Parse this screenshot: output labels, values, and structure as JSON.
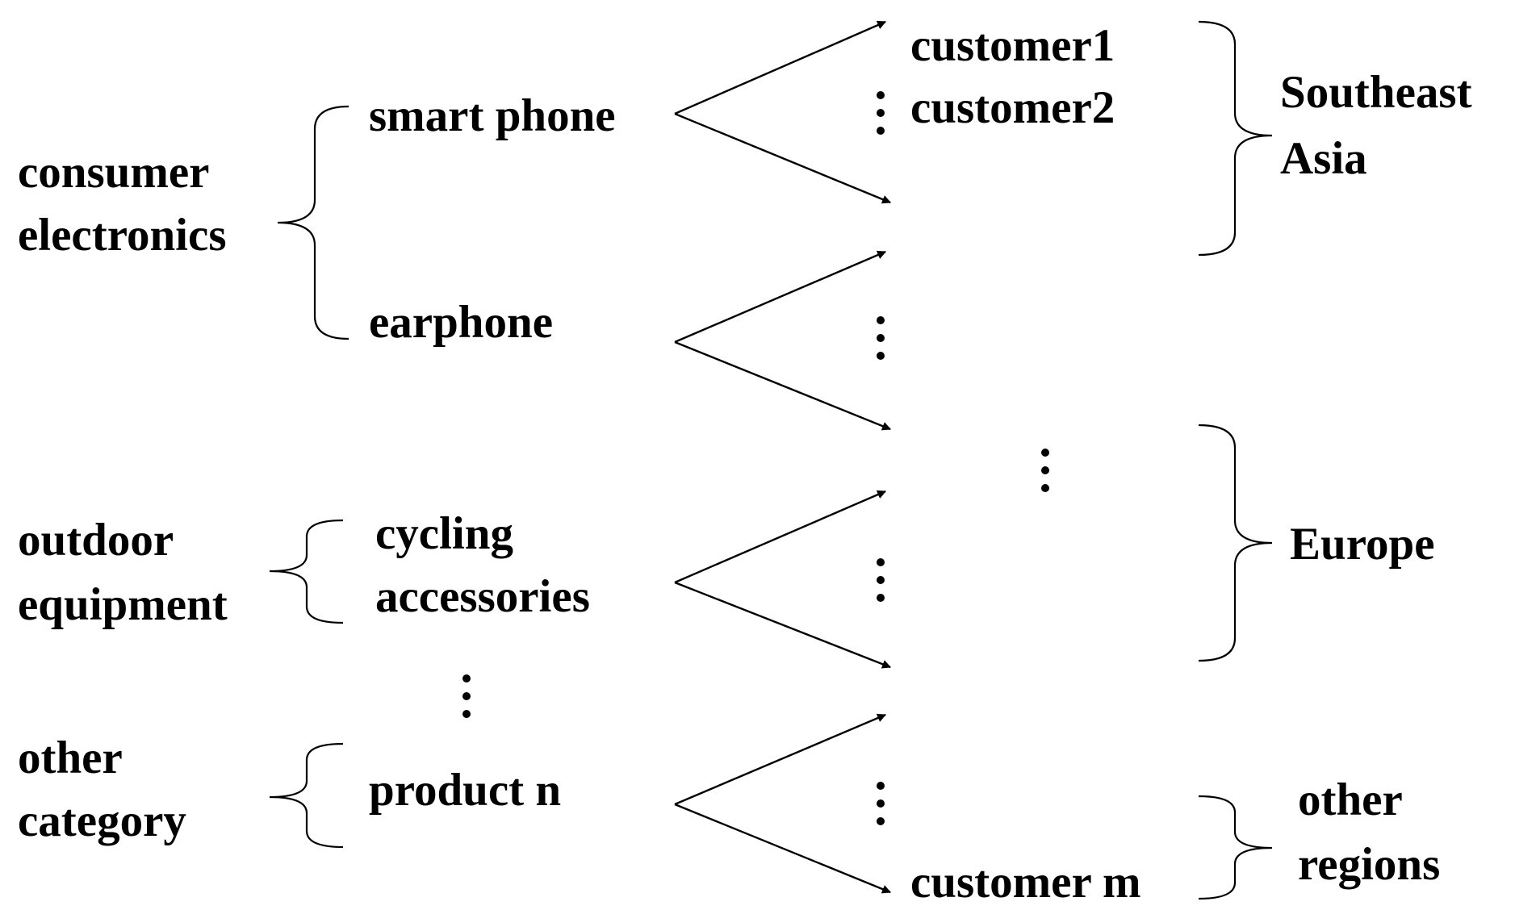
{
  "categories": {
    "consumer_electronics": [
      "consumer",
      "electronics"
    ],
    "outdoor_equipment": [
      "outdoor",
      "equipment"
    ],
    "other_category": [
      "other",
      "category"
    ]
  },
  "products": {
    "smart_phone": "smart phone",
    "earphone": "earphone",
    "cycling_accessories": [
      "cycling",
      "accessories"
    ],
    "product_n": "product n"
  },
  "customers": {
    "customer1": "customer1",
    "customer2": "customer2",
    "customer_m": "customer m"
  },
  "regions": {
    "southeast_asia": [
      "Southeast",
      "Asia"
    ],
    "europe": "Europe",
    "other_regions": [
      "other",
      "regions"
    ]
  }
}
